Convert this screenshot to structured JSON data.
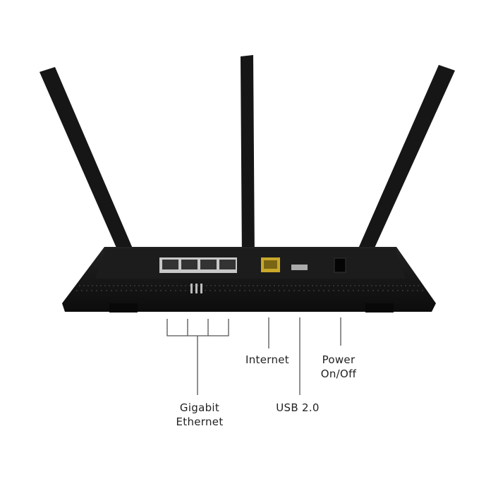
{
  "labels": {
    "internet": "Internet",
    "power_line1": "Power",
    "power_line2": "On/Off",
    "usb": "USB 2.0",
    "ethernet_line1": "Gigabit",
    "ethernet_line2": "Ethernet"
  },
  "colors": {
    "router_body": "#141414",
    "internet_port": "#c9a82a",
    "ethernet_ports": "#c8c8c8",
    "callout_line": "#555555"
  }
}
